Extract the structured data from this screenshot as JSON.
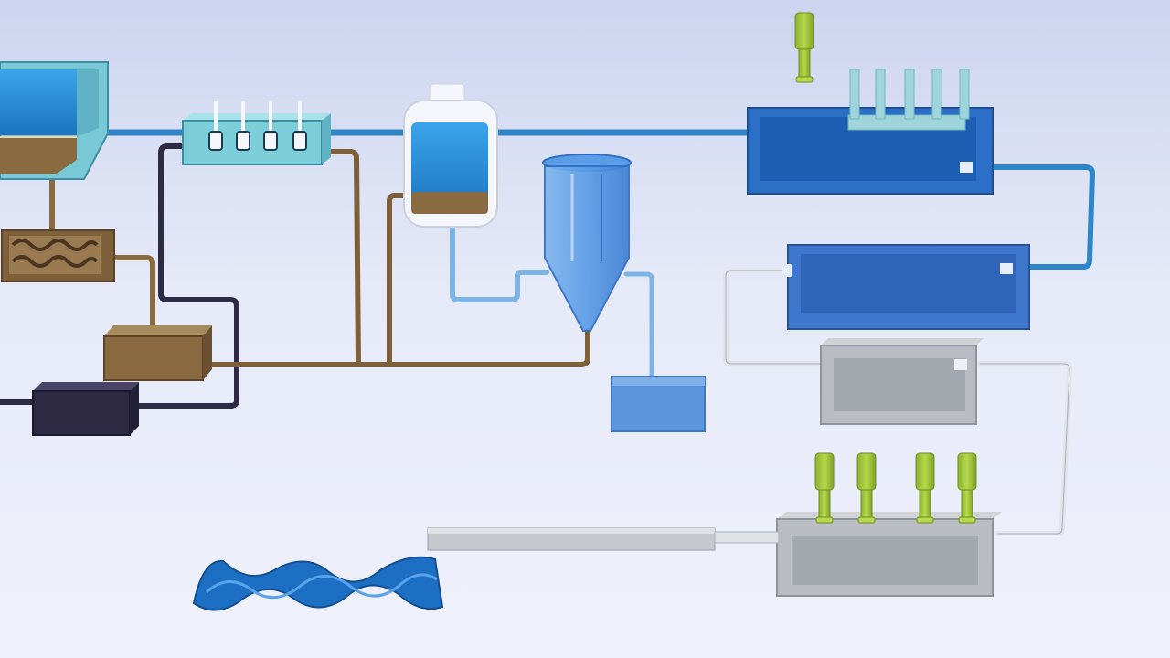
{
  "colors": {
    "background_top": "#cdd4ef",
    "background_bottom": "#eff1fb",
    "water": "#2a8ed8",
    "water_pipe": "#2e86c8",
    "light_water_pipe": "#7cb4e6",
    "sludge": "#8a6a40",
    "sludge_pipe": "#7d5f3a",
    "dark_pipe": "#2e2a44",
    "grey_tank": "#b9bcc2",
    "grey_pipe": "#e2e4ea",
    "teal_unit": "#7ccfd8",
    "motor_green": "#9fc23a",
    "blue_tank": "#2f6fc6",
    "screw_blue": "#1d6fc4"
  },
  "equipment": [
    "primary-clarifier",
    "filter-press",
    "chemical-dosing-unit",
    "pressure-vessel",
    "hydrocyclone",
    "collection-tank",
    "aeration-basin",
    "secondary-tank",
    "grey-buffer-tank",
    "mixing-tank",
    "sludge-holding-box",
    "dark-pump-box",
    "discharge-pipe",
    "screw-conveyor"
  ]
}
